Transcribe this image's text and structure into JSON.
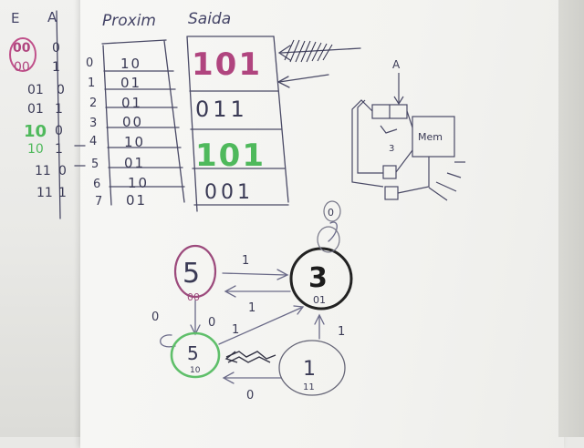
{
  "truth_table": {
    "headers": {
      "state": "E",
      "input": "A",
      "next": "Proxim",
      "output": "Saida"
    },
    "rows": [
      {
        "state": "00",
        "input": "0",
        "index": "0",
        "next": "10",
        "output": "101"
      },
      {
        "state": "00",
        "input": "1",
        "index": "1",
        "next": "01",
        "output": "101"
      },
      {
        "state": "01",
        "input": "0",
        "index": "2",
        "next": "01",
        "output": "011"
      },
      {
        "state": "01",
        "input": "1",
        "index": "3",
        "next": "00",
        "output": "011"
      },
      {
        "state": "10",
        "input": "0",
        "index": "4",
        "next": "10",
        "output": "101"
      },
      {
        "state": "10",
        "input": "1",
        "index": "5",
        "next": "01",
        "output": "101"
      },
      {
        "state": "11",
        "input": "0",
        "index": "6",
        "next": "10",
        "output": "001"
      },
      {
        "state": "11",
        "input": "1",
        "index": "7",
        "next": "01",
        "output": "001"
      }
    ]
  },
  "circuit": {
    "input_label": "A",
    "select_label": "3",
    "memory_label": "Mem"
  },
  "state_diagram": {
    "states": [
      {
        "id": "s00",
        "value": "5",
        "code": "00",
        "color": "#9c4a7c"
      },
      {
        "id": "s01",
        "value": "3",
        "code": "01",
        "color": "#222222"
      },
      {
        "id": "s10",
        "value": "5",
        "code": "10",
        "color": "#5fbf6a"
      },
      {
        "id": "s11",
        "value": "1",
        "code": "11",
        "color": "#555555"
      }
    ],
    "transitions": [
      {
        "from": "s00",
        "to": "s01",
        "label": "1"
      },
      {
        "from": "s01",
        "to": "s00",
        "label": "1"
      },
      {
        "from": "s00",
        "to": "s10",
        "label": "0"
      },
      {
        "from": "s10",
        "to": "s10",
        "label": "0"
      },
      {
        "from": "s10",
        "to": "s01",
        "label": "1"
      },
      {
        "from": "s11",
        "to": "s01",
        "label": "1"
      },
      {
        "from": "s11",
        "to": "s10",
        "label": "0"
      },
      {
        "from": "s01",
        "to": "s01",
        "label": "0"
      }
    ]
  },
  "colors": {
    "pen_dark": "#3a3a55",
    "pen_pink": "#b0457f",
    "pen_green": "#4fb95c",
    "pen_black": "#1c1c1c"
  }
}
